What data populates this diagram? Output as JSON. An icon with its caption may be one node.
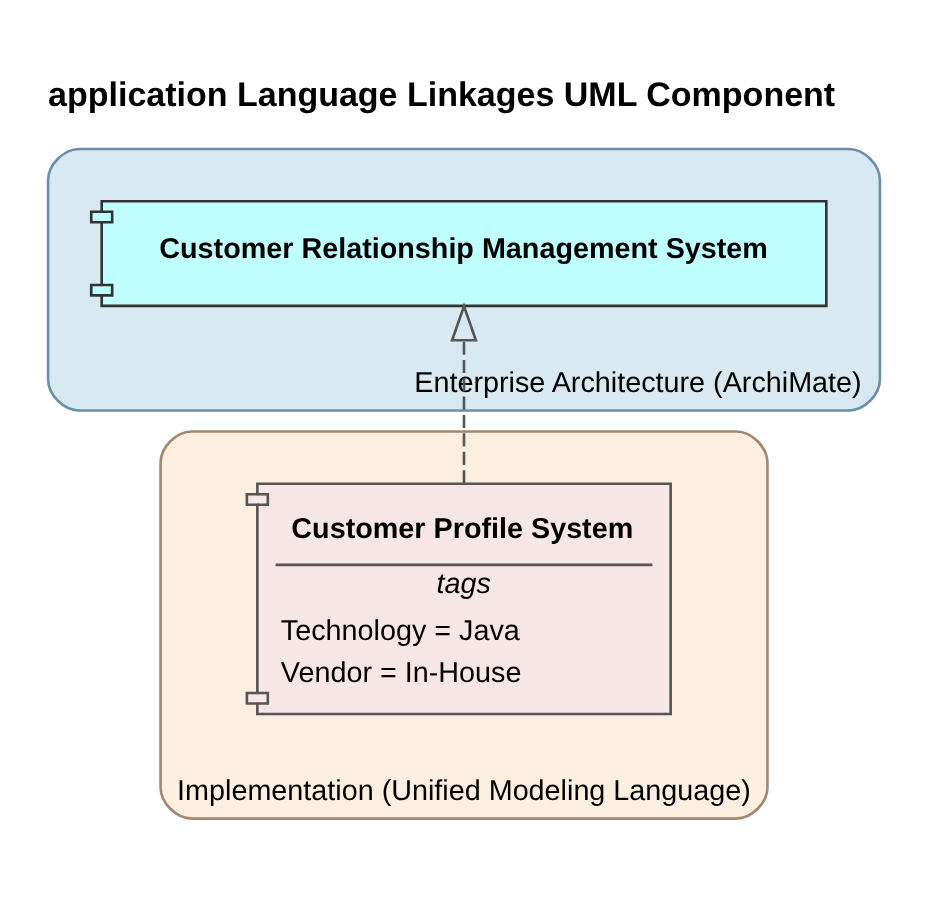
{
  "diagram": {
    "title": "application Language Linkages UML Component",
    "nodes": [
      {
        "text": [
          "Enterprise Architecture (ArchiMate)"
        ]
      },
      {
        "text": [
          "Customer Relationship Management System"
        ],
        "in": 0
      },
      {
        "text": [
          "Implementation (Unified Modeling Language)"
        ]
      },
      {
        "text": [
          "Customer Profile System",
          "tags",
          "Technology = Java",
          "Vendor = In-House"
        ],
        "in": 2
      }
    ],
    "edges": [
      {
        "from": 3,
        "to": 1,
        "arrow": "to",
        "style": "dashed"
      }
    ]
  }
}
